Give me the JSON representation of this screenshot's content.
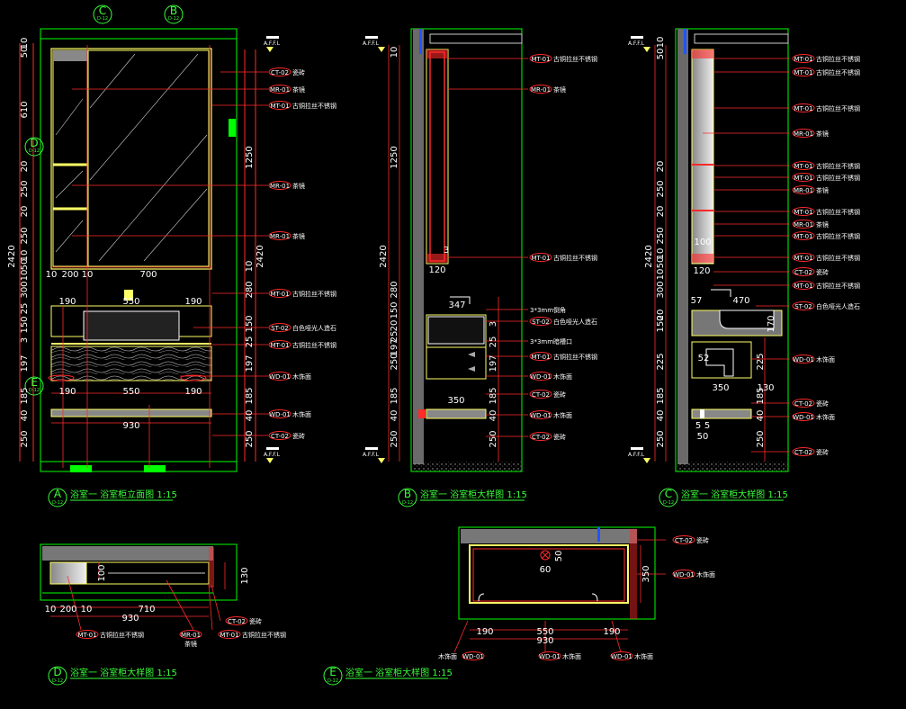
{
  "colors": {
    "background": "#000000",
    "frame": "#00ff00",
    "object": "#ffff66",
    "annot": "#ff2a2a",
    "text": "#ffffff",
    "accent": "#00e5ff",
    "fill": "#7a7a7a"
  },
  "level_mark": "A.F.F.L",
  "tags": {
    "ct02": "CT-02",
    "mr01": "MR-01",
    "mt01": "MT-01",
    "st02": "ST-02",
    "wd01": "WD-01"
  },
  "materials": {
    "ceramic": "瓷砖",
    "mirror": "茶镜",
    "bronze": "古铜拉丝不锈钢",
    "stone": "白色哑光人造石",
    "wood": "木饰面"
  },
  "notes": {
    "chamfer": "3*3mm倒角",
    "groove": "3*3mm暗槽口"
  },
  "titles": [
    {
      "letter": "A",
      "sheet": "D-12",
      "text": "浴室一 浴室柜立面图 1:15"
    },
    {
      "letter": "B",
      "sheet": "D-12",
      "text": "浴室一 浴室柜大样图 1:15"
    },
    {
      "letter": "C",
      "sheet": "D-12",
      "text": "浴室一 浴室柜大样图 1:15"
    },
    {
      "letter": "D",
      "sheet": "D-12",
      "text": "浴室一 浴室柜大样图 1:15"
    },
    {
      "letter": "E",
      "sheet": "D-12",
      "text": "浴室一 浴室柜大样图 1:15"
    }
  ],
  "bubbles": {
    "c": "C",
    "b": "B",
    "d": "D",
    "e": "E",
    "sheet": "D-12"
  },
  "viewA": {
    "left_dims": [
      "50",
      "10",
      "610",
      "20",
      "250",
      "20",
      "250",
      "10",
      "50",
      "10",
      "300",
      "25",
      "150",
      "3",
      "197",
      "185",
      "40",
      "250"
    ],
    "total": "2420",
    "right_dims": [
      "1250",
      "2420",
      "10",
      "280",
      "150",
      "25",
      "197",
      "185",
      "40",
      "250"
    ],
    "bottom_dims": [
      "10",
      "200",
      "10",
      "700",
      "190",
      "550",
      "190",
      "190",
      "550",
      "190",
      "930"
    ],
    "basin": "550"
  },
  "viewB": {
    "left_dims": [
      "10",
      "1250",
      "2420",
      "280",
      "150",
      "20",
      "25",
      "197",
      "250",
      "185",
      "40",
      "250"
    ],
    "right_dims": [
      "3",
      "25",
      "197",
      "185",
      "40",
      "250"
    ],
    "dims": [
      "120",
      "347",
      "350",
      "3"
    ]
  },
  "viewC": {
    "left_dims": [
      "50",
      "10",
      "20",
      "250",
      "20",
      "250",
      "10",
      "50",
      "10",
      "300",
      "150",
      "20",
      "225",
      "185",
      "40",
      "250"
    ],
    "total": "2420",
    "right_dims": [
      "170",
      "225",
      "185",
      "40",
      "250"
    ],
    "dims": [
      "100",
      "120",
      "57",
      "470",
      "52",
      "350",
      "130",
      "5",
      "5",
      "50"
    ]
  },
  "viewD": {
    "dims": [
      "10",
      "200",
      "10",
      "710",
      "930",
      "100",
      "130"
    ]
  },
  "viewE": {
    "dims": [
      "190",
      "550",
      "190",
      "930",
      "60",
      "50",
      "350"
    ]
  }
}
